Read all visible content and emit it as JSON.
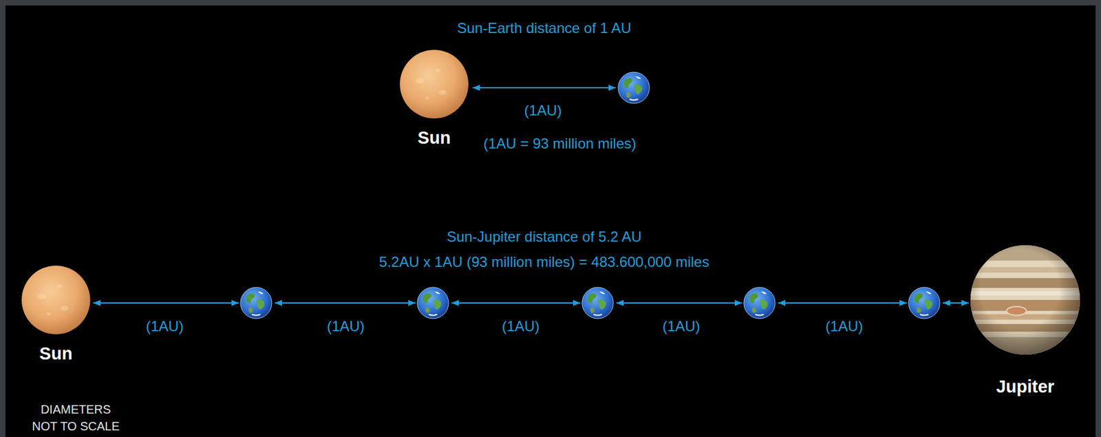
{
  "diagram": {
    "nodes": [
      {
        "text": [
          "Sun"
        ]
      },
      {
        "text": [
          "Sun"
        ]
      },
      {
        "text": [
          "Jupiter"
        ]
      }
    ],
    "labels": [
      "Sun-Earth distance of 1 AU",
      "(1AU)",
      "(1AU = 93 million miles)",
      "Sun-Jupiter distance of 5.2 AU",
      "5.2AU x 1AU (93 million miles) = 483.600,000 miles",
      "(1AU)",
      "(1AU)",
      "(1AU)",
      "(1AU)",
      "(1AU)",
      "DIAMETERS NOT TO SCALE"
    ]
  }
}
